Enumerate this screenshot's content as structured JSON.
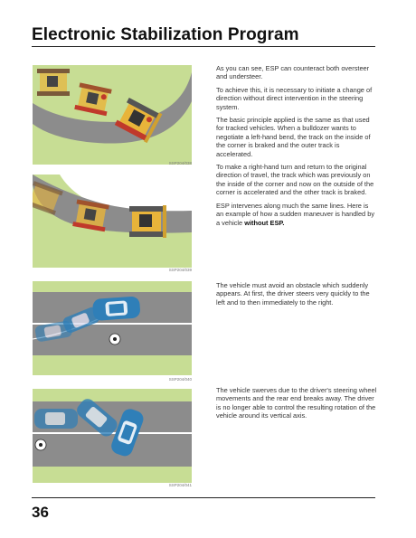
{
  "page": {
    "title": "Electronic Stabilization Program",
    "page_number": "36"
  },
  "figures": [
    {
      "code": "SSP204/038",
      "kind": "tracked-vehicle-left-bend"
    },
    {
      "code": "SSP204/039",
      "kind": "tracked-vehicle-right-bend"
    },
    {
      "code": "SSP204/040",
      "kind": "car-swerve-lane-change"
    },
    {
      "code": "SSP204/041",
      "kind": "car-oversteer-rotation"
    }
  ],
  "paragraphs": {
    "p1": "As you can see, ESP can counteract both oversteer and understeer.",
    "p2": "To achieve this, it is necessary to initiate a change of direction without direct intervention in the steering system.",
    "p3": "The basic principle applied is the same as that used for tracked vehicles. When a bulldozer wants to negotiate a left-hand bend, the track on the inside of the corner is braked and the outer track is accelerated.",
    "p4": "To make a right-hand turn and return to the original direction of travel, the track which was previously on the inside of the corner and now on the outside of the corner is accelerated and the other track is braked.",
    "p5_lead": "ESP intervenes along much the same lines. Here is an example of how a sudden maneuver is handled by a vehicle ",
    "p5_bold": "without ESP.",
    "p6": "The vehicle must avoid an obstacle which suddenly appears. At first, the driver steers very quickly to the left and to then immediately to the right.",
    "p7": "The vehicle swerves due to the driver's steering wheel movements and the rear end breaks away. The driver is no longer able to control the resulting rotation of the vehicle around its vertical axis."
  },
  "colors": {
    "road": "#8c8c8c",
    "grass": "#c7dd94",
    "car_blue": "#2f7fb8",
    "dozer_yellow": "#e8b43a",
    "track_red": "#c0392b"
  }
}
